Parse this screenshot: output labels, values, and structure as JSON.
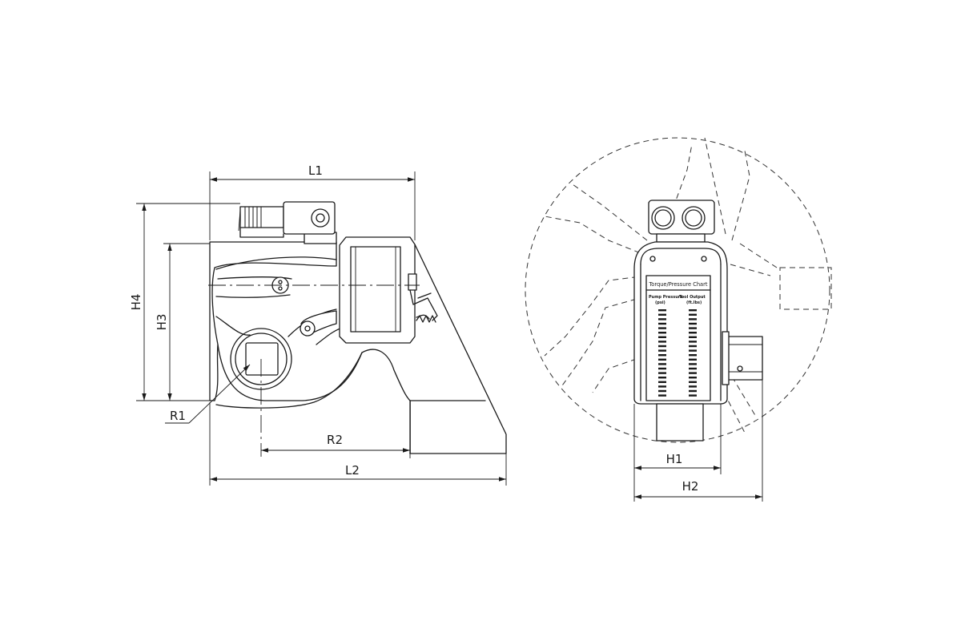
{
  "dimensions": {
    "L1": "L1",
    "L2": "L2",
    "H1": "H1",
    "H2": "H2",
    "H3": "H3",
    "H4": "H4",
    "R1": "R1",
    "R2": "R2"
  },
  "torque_chart": {
    "title": "Torque/Pressure Chart",
    "col1_line1": "Pump Pressure",
    "col1_line2": "(psi)",
    "col2_line1": "Tool Output",
    "col2_line2": "(ft.lbs)"
  }
}
